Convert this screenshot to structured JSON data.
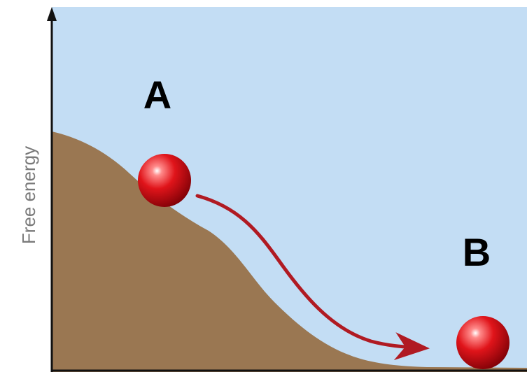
{
  "diagram": {
    "y_axis_label": "Free energy",
    "state_a_label": "A",
    "state_b_label": "B"
  },
  "colors": {
    "sky": "#c3ddf4",
    "hill": "#9a7752",
    "ball": "#e0141a",
    "arrow": "#b01a22",
    "axis": "#111111",
    "axis_label": "#7a7a7a"
  }
}
